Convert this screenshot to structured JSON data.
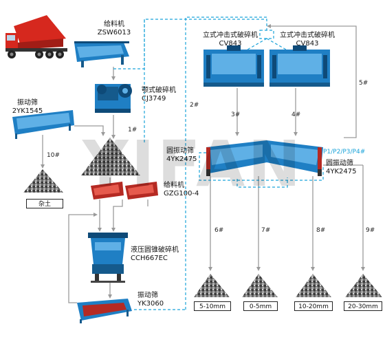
{
  "watermark": "YIFAN",
  "machines": {
    "feeder_top": {
      "name": "给料机",
      "model": "ZSW6013"
    },
    "jaw_crusher": {
      "name": "颚式破碎机",
      "model": "CJ3749"
    },
    "screen_left": {
      "name": "振动筛",
      "model": "2YK1545"
    },
    "feeder_mid": {
      "name": "给料机",
      "model": "GZG100-4"
    },
    "cone_crusher": {
      "name": "液压圆锥破碎机",
      "model": "CCH667EC"
    },
    "screen_bottom": {
      "name": "振动筛",
      "model": "YK3060"
    },
    "vsi_left": {
      "name": "立式冲击式破碎机",
      "model": "CV843"
    },
    "vsi_right": {
      "name": "立式冲击式破碎机",
      "model": "CV843"
    },
    "round_screen_left": {
      "name": "圆振动筛",
      "model": "4YK2475"
    },
    "round_screen_right": {
      "name": "圆振动筛",
      "model": "4YK2475"
    }
  },
  "flows": {
    "f1": "1#",
    "f2": "2#",
    "f3": "3#",
    "f4": "4#",
    "f5": "5#",
    "f6": "6#",
    "f7": "7#",
    "f8": "8#",
    "f9": "9#",
    "f10": "10#",
    "ports": "P1/P2/P3/P4#"
  },
  "products": {
    "waste": "杂土",
    "p1": "5-10mm",
    "p2": "0-5mm",
    "p3": "10-20mm",
    "p4": "20-30mm"
  },
  "colors": {
    "machine_blue": "#1f7fc4",
    "screen_red": "#b52a23",
    "truck_red": "#d6281e",
    "flow_cyan": "#1aa3d9",
    "stone_gray": "#5c5c5c"
  }
}
